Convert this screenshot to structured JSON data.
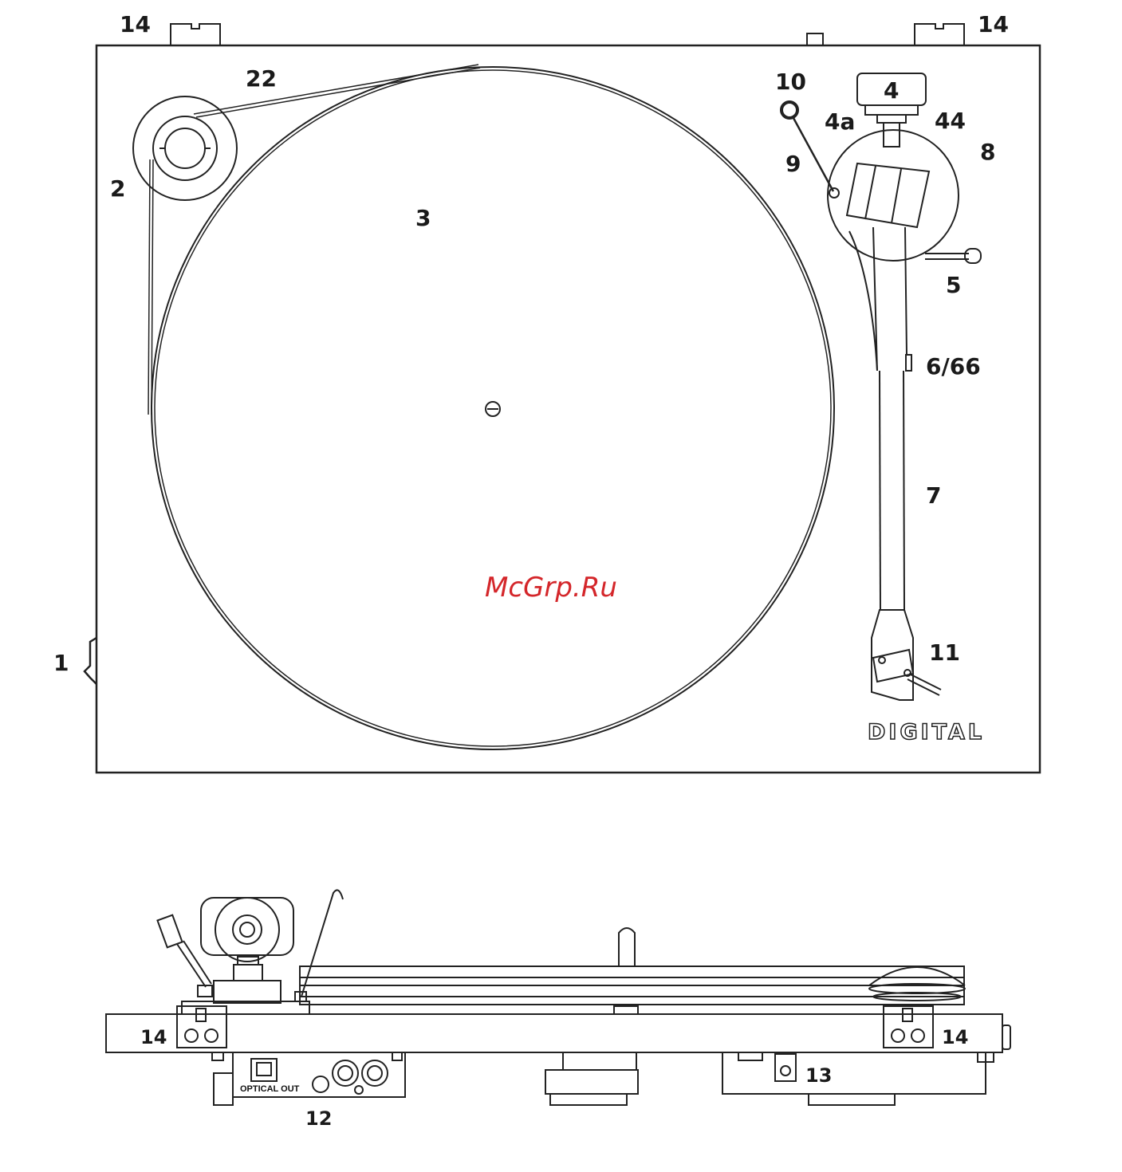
{
  "top_view": {
    "labels": {
      "hinge_left": "14",
      "hinge_right": "14",
      "belt": "22",
      "pulley": "2",
      "platter": "3",
      "counterweight": "4",
      "counterweight_ring": "4a",
      "counterweight_44": "44",
      "cueing_hook": "10",
      "antiskate": "9",
      "tonearm_base": "8",
      "cue_lever": "5",
      "rest": "6/66",
      "tonearm": "7",
      "headshell": "11",
      "power_switch": "1"
    },
    "brand": "DIGITAL"
  },
  "side_view": {
    "labels": {
      "hinge_left": "14",
      "hinge_right": "14",
      "outputs": "12",
      "power_socket": "13"
    },
    "optical_label": "OPTICAL OUT"
  },
  "watermark": "McGrp.Ru"
}
